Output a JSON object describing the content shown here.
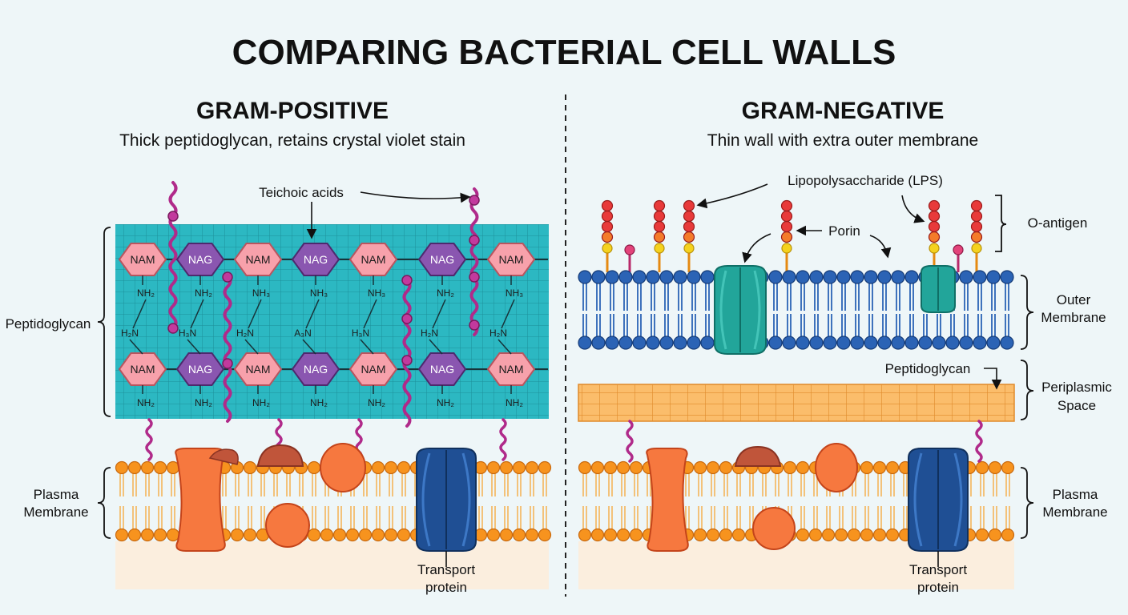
{
  "title": "COMPARING BACTERIAL CELL WALLS",
  "left": {
    "heading": "GRAM-POSITIVE",
    "description": "Thick peptidoglycan, retains crystal violet stain",
    "labels": {
      "teichoic": "Teichoic acids",
      "peptidoglycan": "Peptidoglycan",
      "plasma_line1": "Plasma",
      "plasma_line2": "Membrane",
      "transport_line1": "Transport",
      "transport_line2": "protein"
    },
    "top_row": [
      "NAM",
      "NAG",
      "NAM",
      "NAG",
      "NAM",
      "NAG",
      "NAM"
    ],
    "bottom_row": [
      "NAM",
      "NAG",
      "NAM",
      "NAG",
      "NAM",
      "NAG",
      "NAM"
    ],
    "amines_top": [
      "NH₂",
      "NH₂",
      "NH₃",
      "NH₃",
      "NH₃",
      "NH₂",
      "NH₃"
    ],
    "amines_mid": [
      "H₂N",
      "H₃N",
      "H₂N",
      "A₃N",
      "H₃N",
      "H₂N",
      "H₂N"
    ],
    "amines_bottom": [
      "NH₂",
      "NH₂",
      "NH₂",
      "NH₂",
      "NH₂",
      "NH₂",
      "NH₂"
    ]
  },
  "right": {
    "heading": "GRAM-NEGATIVE",
    "description": "Thin wall with extra outer membrane",
    "labels": {
      "lps": "Lipopolysaccharide (LPS)",
      "porin": "Porin",
      "o_antigen": "O-antigen",
      "outer_line1": "Outer",
      "outer_line2": "Membrane",
      "peptidoglycan": "Peptidoglycan",
      "periplasmic_line1": "Periplasmic",
      "periplasmic_line2": "Space",
      "plasma_line1": "Plasma",
      "plasma_line2": "Membrane",
      "transport_line1": "Transport",
      "transport_line2": "protein"
    }
  },
  "colors": {
    "background": "#eef6f8",
    "grid_fill": "#2cb8c2",
    "nam": "#f7a1ab",
    "nag": "#8a56b0",
    "teichoic": "#b02a8a",
    "lipid_head": "#f7931e",
    "lipid_tail": "#f3c27a",
    "outer_head": "#2b63b5",
    "porin": "#22a59a",
    "transport": "#1f4f94",
    "protein": "#f6783f",
    "peptidoglycan_thin": "#fbbd6b",
    "lps": "#e83a3a"
  }
}
